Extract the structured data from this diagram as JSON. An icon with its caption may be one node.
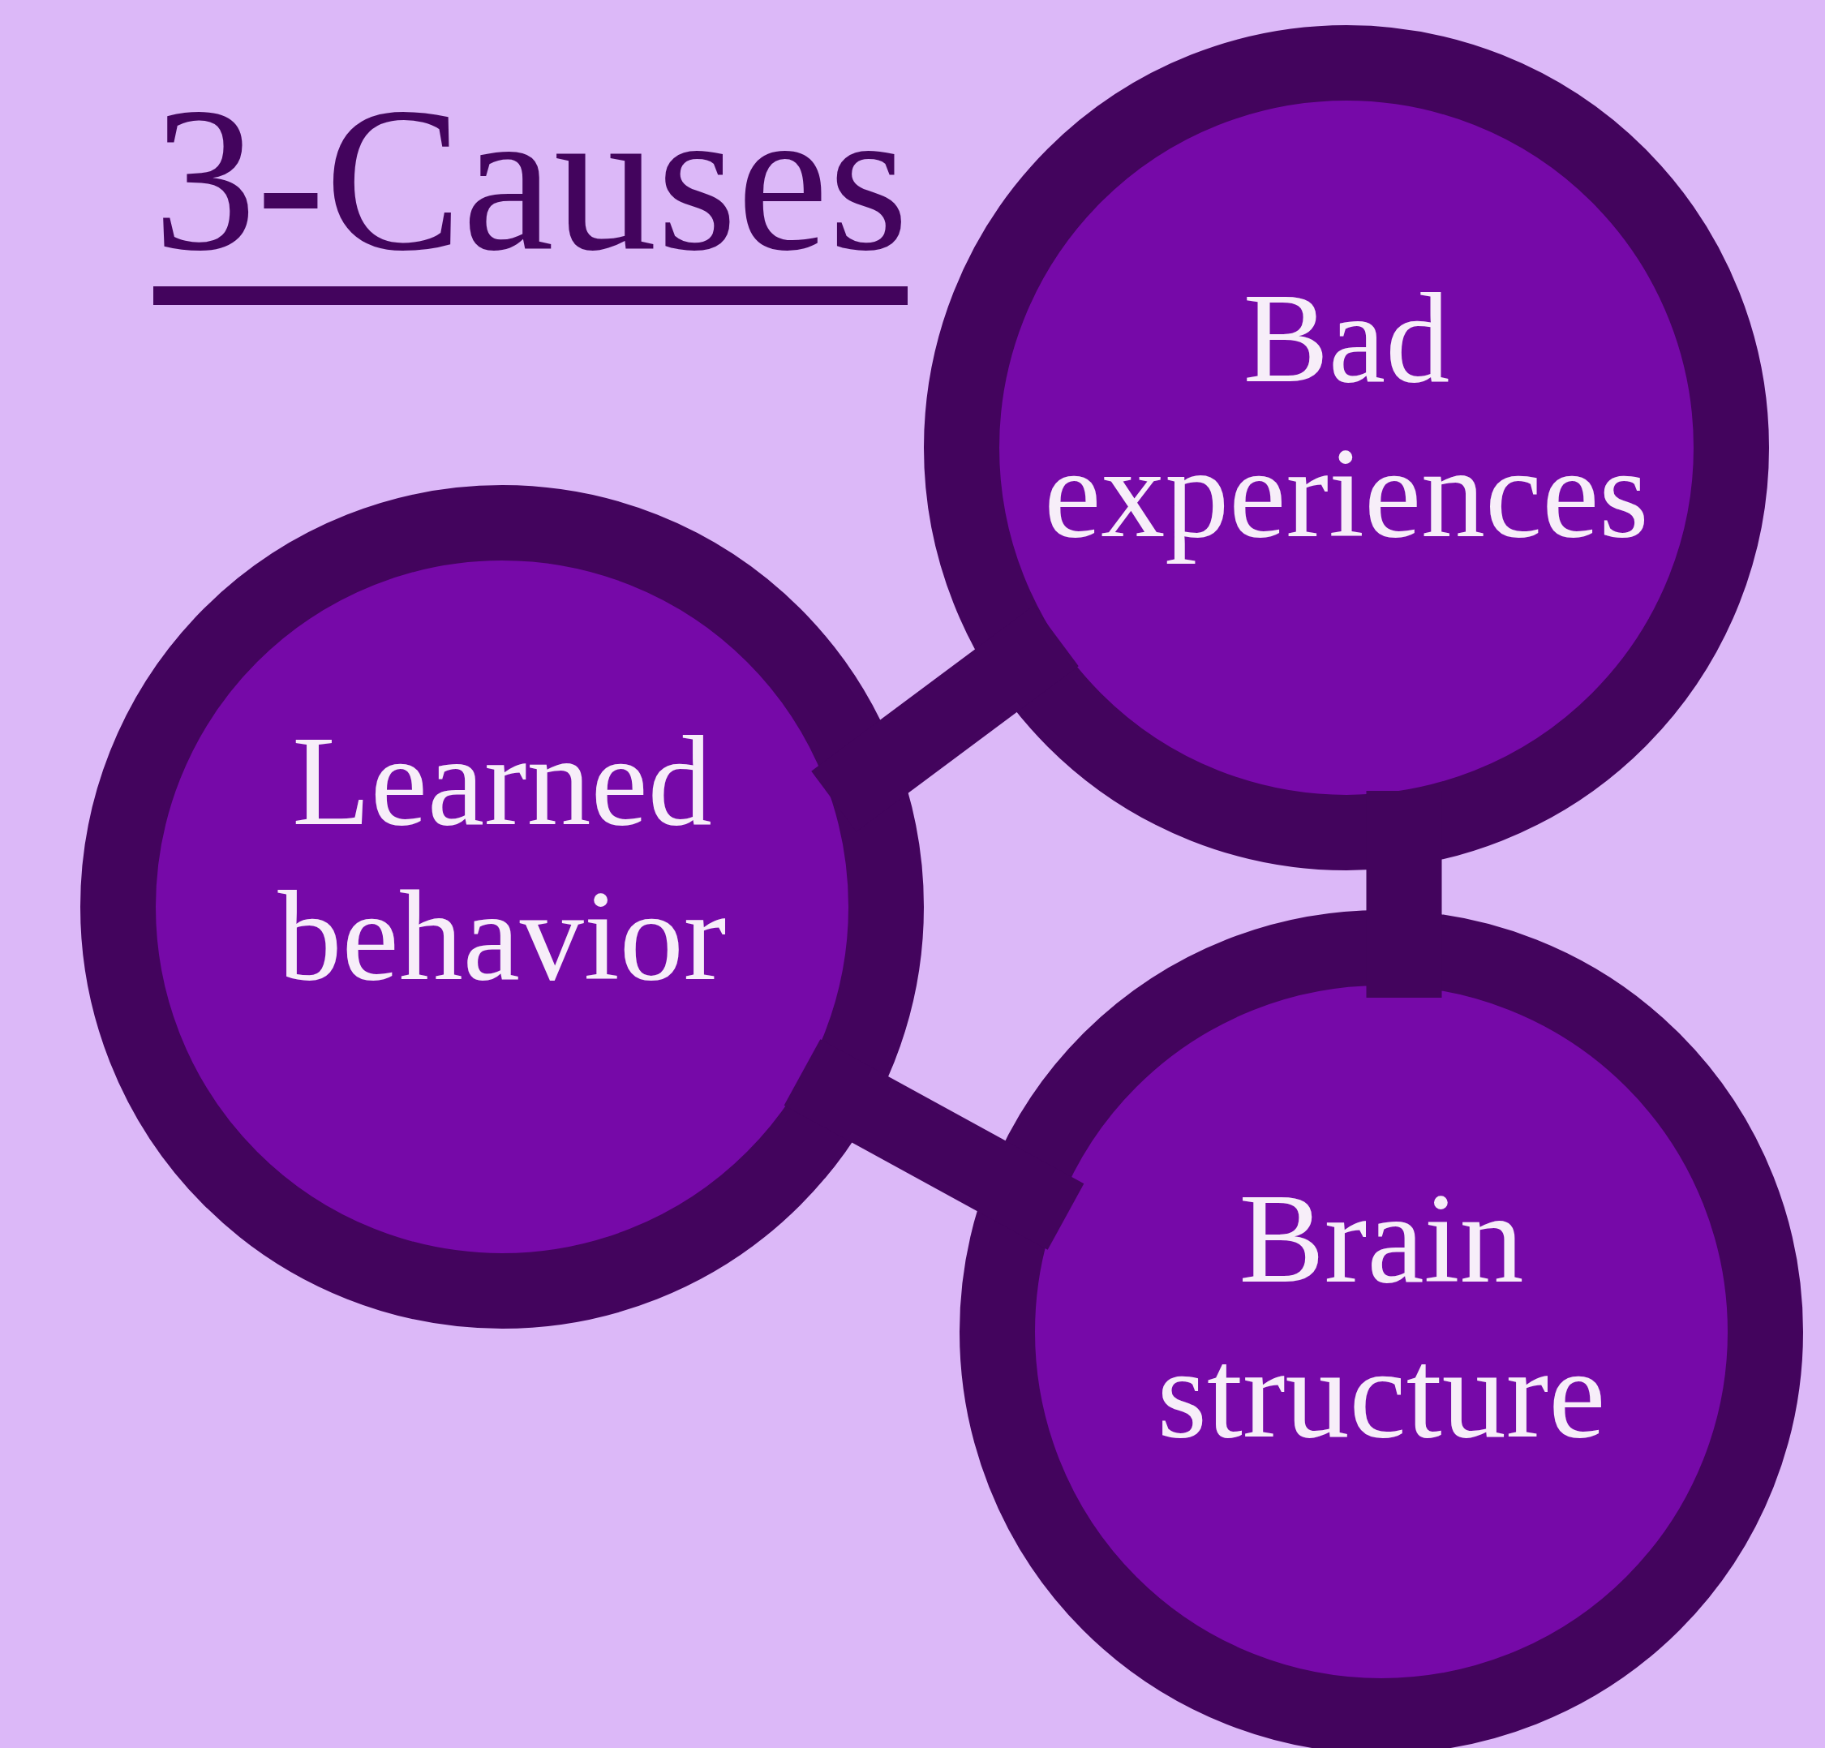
{
  "diagram": {
    "title": "3-Causes",
    "nodes": [
      {
        "text": [
          "Bad experiences"
        ]
      },
      {
        "text": [
          "Learned behavior"
        ]
      },
      {
        "text": [
          "Brain structure"
        ]
      }
    ],
    "edges": [
      {
        "from": 1,
        "to": 0,
        "arrow": "none"
      },
      {
        "from": 0,
        "to": 2,
        "arrow": "none"
      },
      {
        "from": 1,
        "to": 2,
        "arrow": "none"
      }
    ]
  }
}
